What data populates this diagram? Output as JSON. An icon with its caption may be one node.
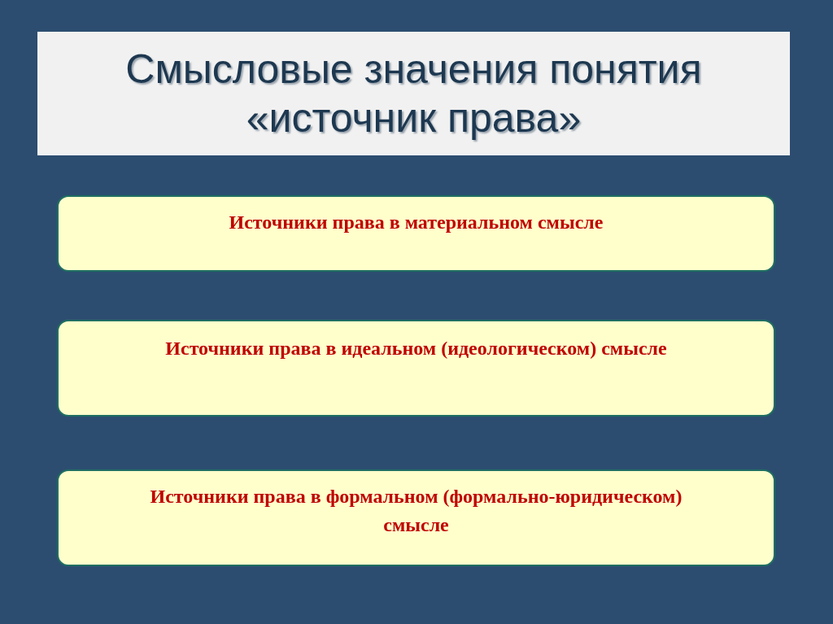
{
  "diagram": {
    "title": "Смысловые значения понятия «источник права»",
    "nodes": [
      {
        "text": [
          "Источники права в материальном смысле"
        ]
      },
      {
        "text": [
          "Источники права в идеальном (идеологическом) смысле"
        ]
      },
      {
        "text": [
          "Источники права в формальном (формально-юридическом) смысле"
        ]
      }
    ]
  }
}
